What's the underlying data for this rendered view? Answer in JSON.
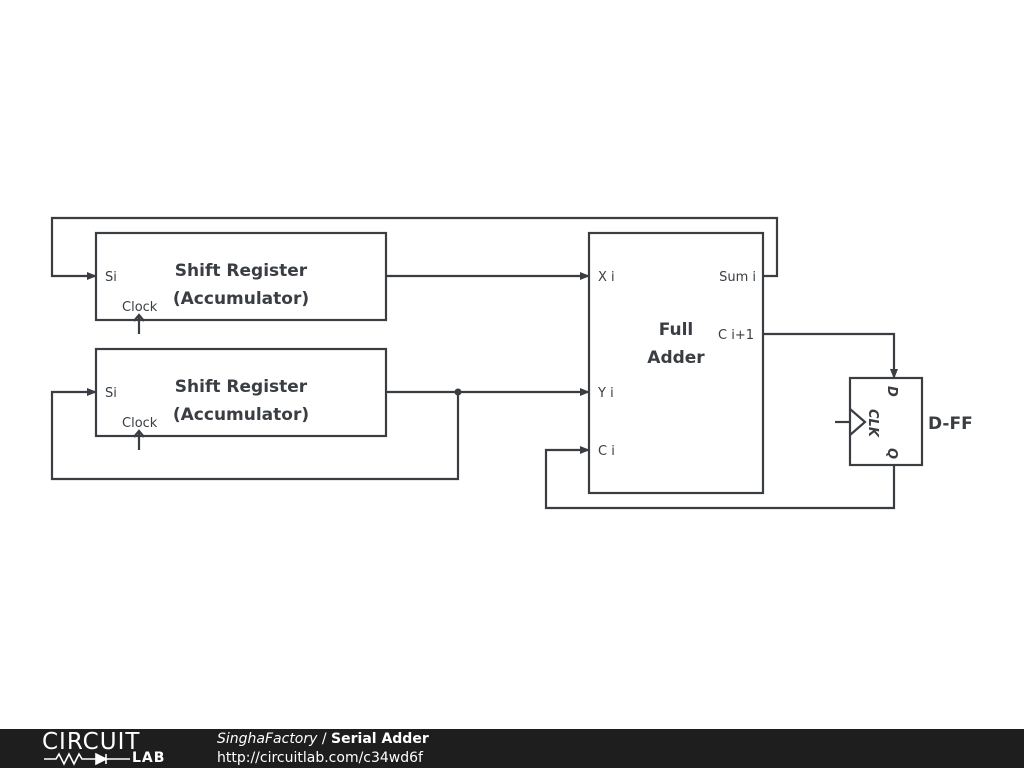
{
  "shift_register_top": {
    "title_line1": "Shift Register",
    "title_line2": "(Accumulator)",
    "pin_in": "Si",
    "pin_clock": "Clock"
  },
  "shift_register_bottom": {
    "title_line1": "Shift Register",
    "title_line2": "(Accumulator)",
    "pin_in": "Si",
    "pin_clock": "Clock"
  },
  "full_adder": {
    "title_line1": "Full",
    "title_line2": "Adder",
    "pin_x": "X i",
    "pin_y": "Y i",
    "pin_c": "C i",
    "pin_sum": "Sum i",
    "pin_cout": "C i+1"
  },
  "dff": {
    "name": "D-FF",
    "pin_d": "D",
    "pin_clk": "CLK",
    "pin_q": "Q"
  },
  "footer": {
    "logo_top": "CIRCUIT",
    "logo_bottom": "LAB",
    "author": "SinghaFactory",
    "separator": " / ",
    "title": "Serial Adder",
    "url": "http://circuitlab.com/c34wd6f"
  },
  "colors": {
    "stroke": "#3a3e42",
    "footer_bg": "#1e1e1e"
  }
}
